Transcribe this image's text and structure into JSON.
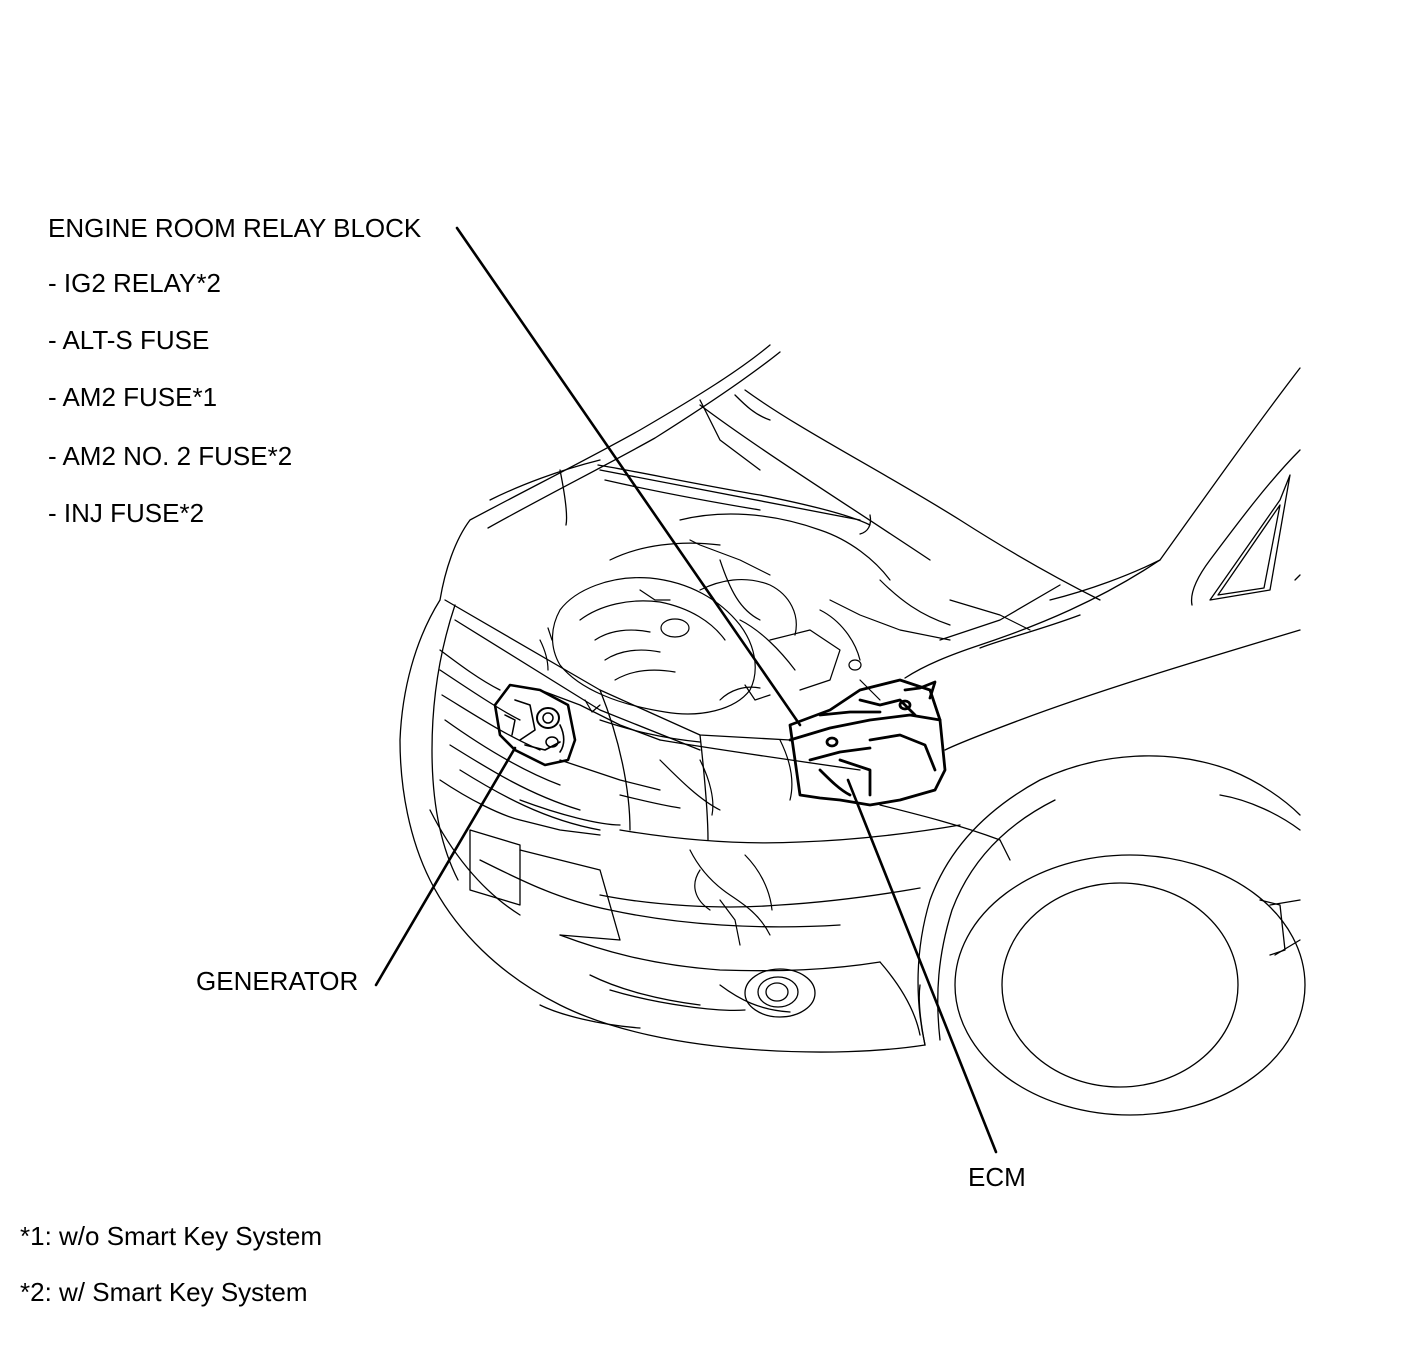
{
  "relay_block": {
    "title": "ENGINE ROOM RELAY BLOCK",
    "items": [
      "- IG2 RELAY*2",
      "- ALT-S FUSE",
      "- AM2 FUSE*1",
      "- AM2 NO. 2 FUSE*2",
      "- INJ FUSE*2"
    ]
  },
  "labels": {
    "generator": "GENERATOR",
    "ecm": "ECM"
  },
  "notes": [
    "*1: w/o Smart Key System",
    "*2: w/ Smart Key System"
  ],
  "colors": {
    "line": "#000000",
    "background": "#ffffff"
  }
}
